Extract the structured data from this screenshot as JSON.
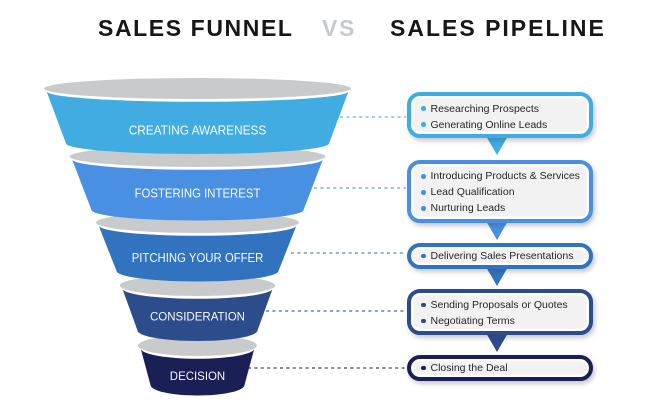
{
  "title": {
    "funnel": "SALES FUNNEL",
    "vs": "VS",
    "pipeline": "SALES PIPELINE"
  },
  "funnel_stages": [
    {
      "label": "CREATING AWARENESS",
      "color": "#41ACE1"
    },
    {
      "label": "FOSTERING INTEREST",
      "color": "#4A90E2"
    },
    {
      "label": "PITCHING YOUR OFFER",
      "color": "#3273BF"
    },
    {
      "label": "CONSIDERATION",
      "color": "#2C4C8C"
    },
    {
      "label": "DECISION",
      "color": "#1A1F56"
    }
  ],
  "pipeline_boxes": [
    {
      "color": "#41ACE1",
      "items": [
        "Researching Prospects",
        "Generating Online Leads"
      ]
    },
    {
      "color": "#4A90E2",
      "items": [
        "Introducing Products & Services",
        "Lead Qualification",
        "Nurturing Leads"
      ]
    },
    {
      "color": "#3273BF",
      "items": [
        "Delivering Sales Presentations"
      ]
    },
    {
      "color": "#2C4C8C",
      "items": [
        "Sending Proposals or Quotes",
        "Negotiating Terms"
      ]
    },
    {
      "color": "#1A1F56",
      "items": [
        "Closing the Deal"
      ]
    }
  ],
  "lip_color": "#C9CACC",
  "background_color": "#FFFFFF",
  "text_color": "#26262B"
}
